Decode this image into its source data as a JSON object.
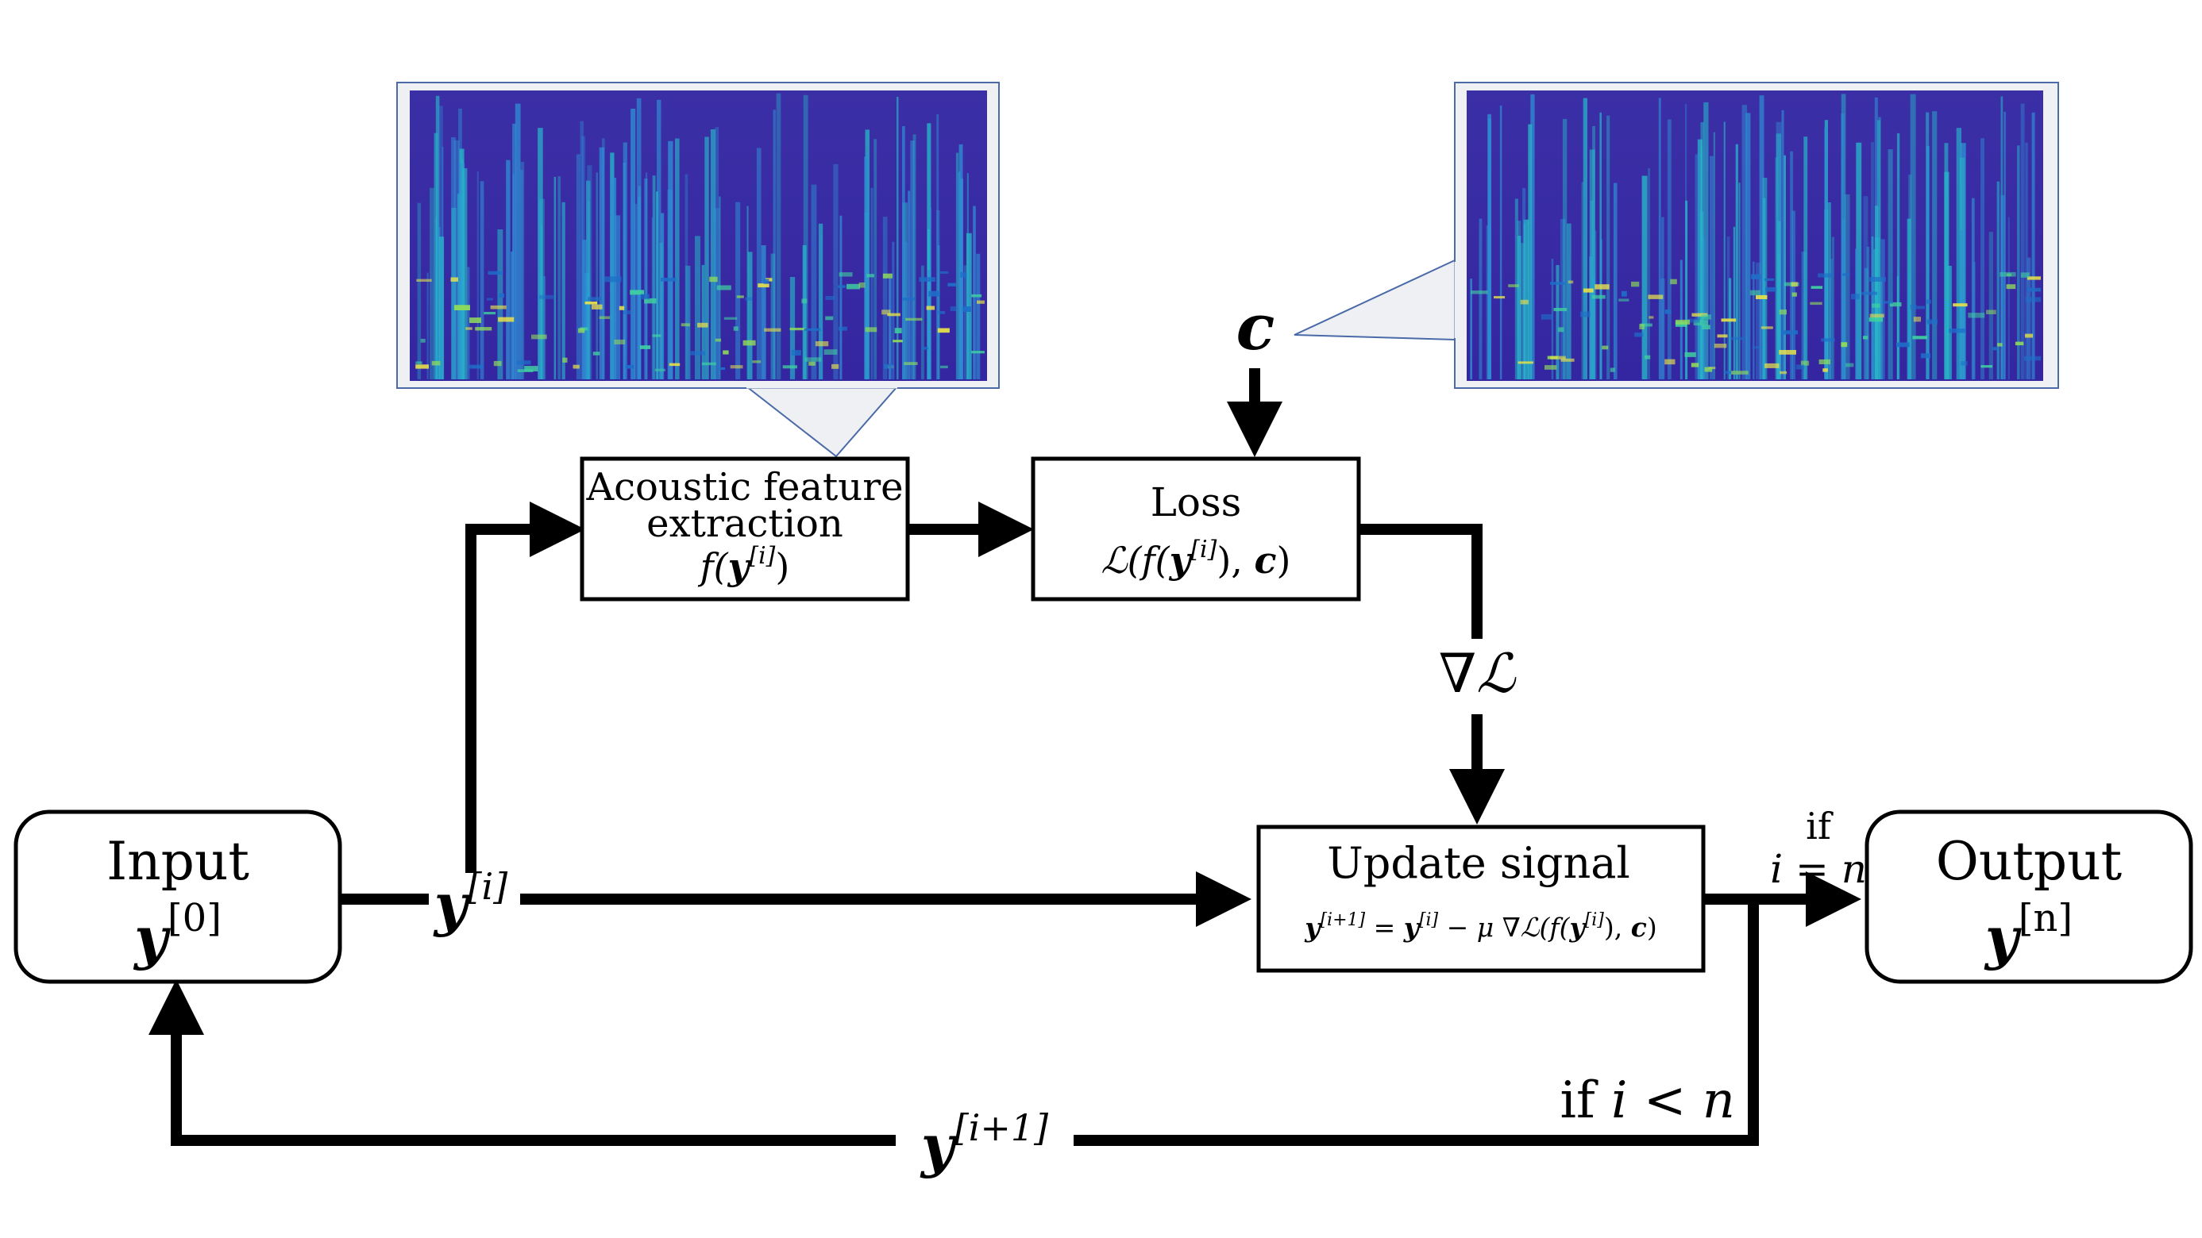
{
  "colors": {
    "line": "#000000",
    "spectrogram_bg": "#3a2fa8",
    "spectrogram_frame": "#4a6aa8",
    "callout_fill": "#eef0f4"
  },
  "icons": {
    "spectrogram_left": "spectrogram-image",
    "spectrogram_right": "spectrogram-image"
  },
  "input": {
    "title": "Input",
    "y": "y",
    "sup": "[0]"
  },
  "output": {
    "title": "Output",
    "y": "y",
    "sup": "[n]"
  },
  "feature": {
    "line1": "Acoustic feature",
    "line2": "extraction",
    "f": "f(",
    "y": "y",
    "sup": "[i]",
    "close": ")"
  },
  "loss": {
    "title": "Loss",
    "L": "ℒ(f(",
    "y": "y",
    "sup": "[i]",
    "c_prefix": "), ",
    "c": "c",
    "close": ")"
  },
  "update": {
    "title": "Update signal",
    "formula_y1": "y",
    "formula_sup1": "[i+1]",
    "formula_eq": " = ",
    "formula_y2": "y",
    "formula_sup2": "[i]",
    "formula_mid": " − μ ∇ℒ(f(",
    "formula_y3": "y",
    "formula_sup3": "[i]",
    "formula_mid2": "), ",
    "formula_c": "c",
    "formula_close": ")"
  },
  "labels": {
    "c": "c",
    "grad": "∇ℒ",
    "yi": "y",
    "yi_sup": "[i]",
    "yi1": "y",
    "yi1_sup": "[i+1]",
    "if_top": "if",
    "i_eq_n": "i = n",
    "if_less_if": "if ",
    "if_less_expr": "i < n"
  }
}
